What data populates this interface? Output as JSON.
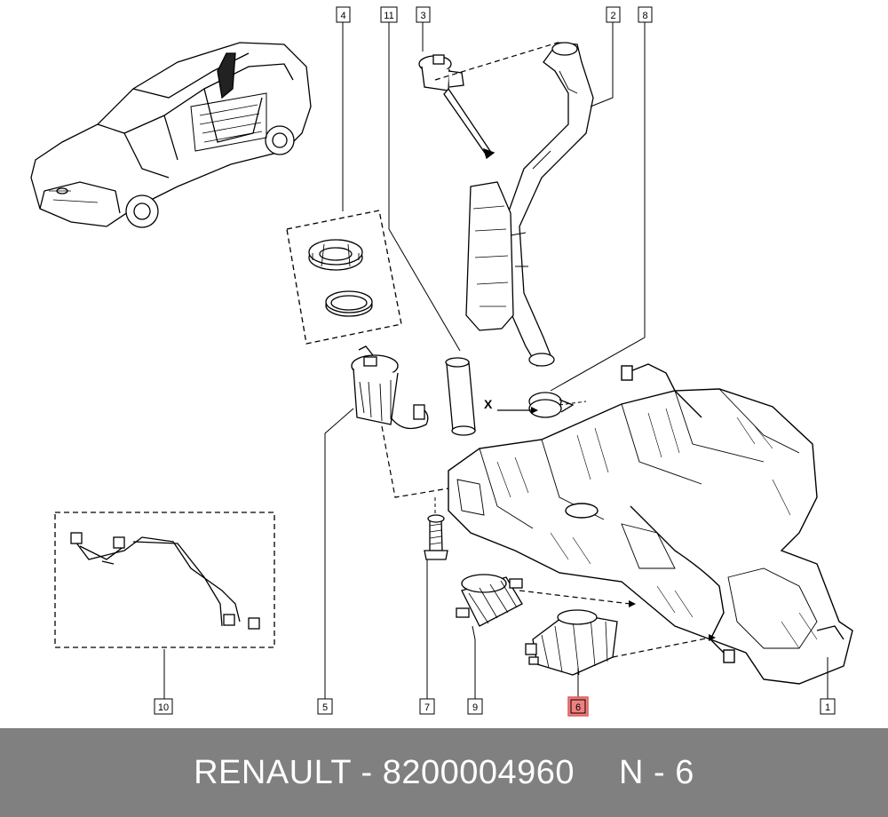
{
  "callouts": [
    {
      "id": "c1",
      "label": "1",
      "highlight": false
    },
    {
      "id": "c2",
      "label": "2",
      "highlight": false
    },
    {
      "id": "c3",
      "label": "3",
      "highlight": false
    },
    {
      "id": "c4",
      "label": "4",
      "highlight": false
    },
    {
      "id": "c5",
      "label": "5",
      "highlight": false
    },
    {
      "id": "c6",
      "label": "6",
      "highlight": true
    },
    {
      "id": "c7",
      "label": "7",
      "highlight": false
    },
    {
      "id": "c8",
      "label": "8",
      "highlight": false
    },
    {
      "id": "c9",
      "label": "9",
      "highlight": false
    },
    {
      "id": "c10",
      "label": "10",
      "highlight": false
    },
    {
      "id": "c11",
      "label": "11",
      "highlight": false
    }
  ],
  "annotation_x": "X",
  "footer": {
    "brand_part": "RENAULT - 8200004960",
    "ref": "N - 6"
  },
  "colors": {
    "highlight_fill": "#f08080",
    "footer_bg": "#808080",
    "footer_text": "#ffffff"
  }
}
